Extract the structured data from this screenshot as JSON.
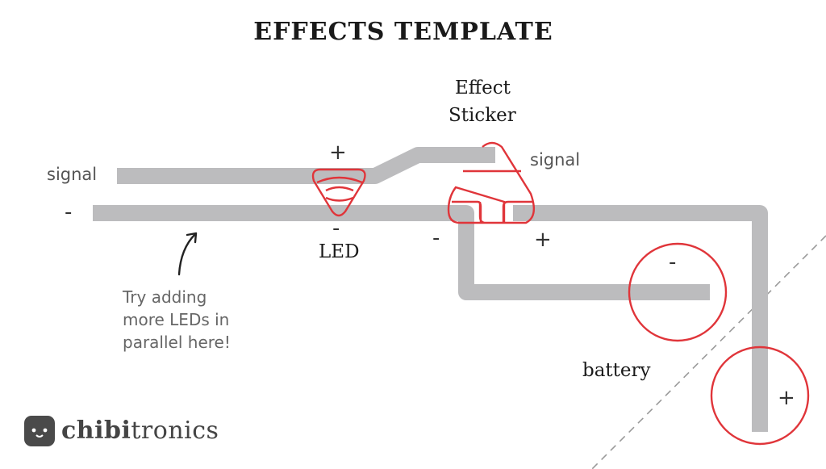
{
  "title": "EFFECTS TEMPLATE",
  "labels": {
    "signal_left": "signal",
    "signal_right": "signal",
    "effect_sticker_line1": "Effect",
    "effect_sticker_line2": "Sticker",
    "led": "LED",
    "battery": "battery"
  },
  "signs": {
    "led_plus": "+",
    "led_minus": "-",
    "left_minus": "-",
    "sticker_minus": "-",
    "sticker_plus": "+",
    "battery_minus": "-",
    "battery_plus": "+"
  },
  "note": {
    "line1": "Try adding",
    "line2": "more LEDs in",
    "line3": "parallel here!"
  },
  "logo": {
    "bold_part": "chibi",
    "light_part": "tronics"
  },
  "colors": {
    "trace": "#bcbcbe",
    "component_outline": "#e0353a",
    "dashed_line": "#9a9a9a",
    "text": "#1a1a1a"
  }
}
